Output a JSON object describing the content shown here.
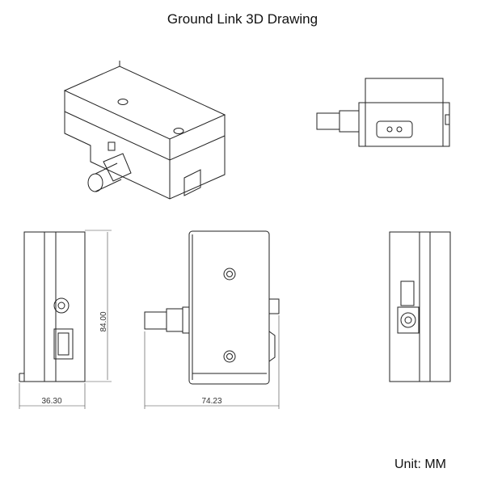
{
  "title": "Ground Link 3D Drawing",
  "unit_label": "Unit: MM",
  "dimensions": {
    "side_height": "84.00",
    "side_width": "36.30",
    "front_width": "74.23"
  },
  "colors": {
    "line": "#222222",
    "background": "#ffffff"
  }
}
